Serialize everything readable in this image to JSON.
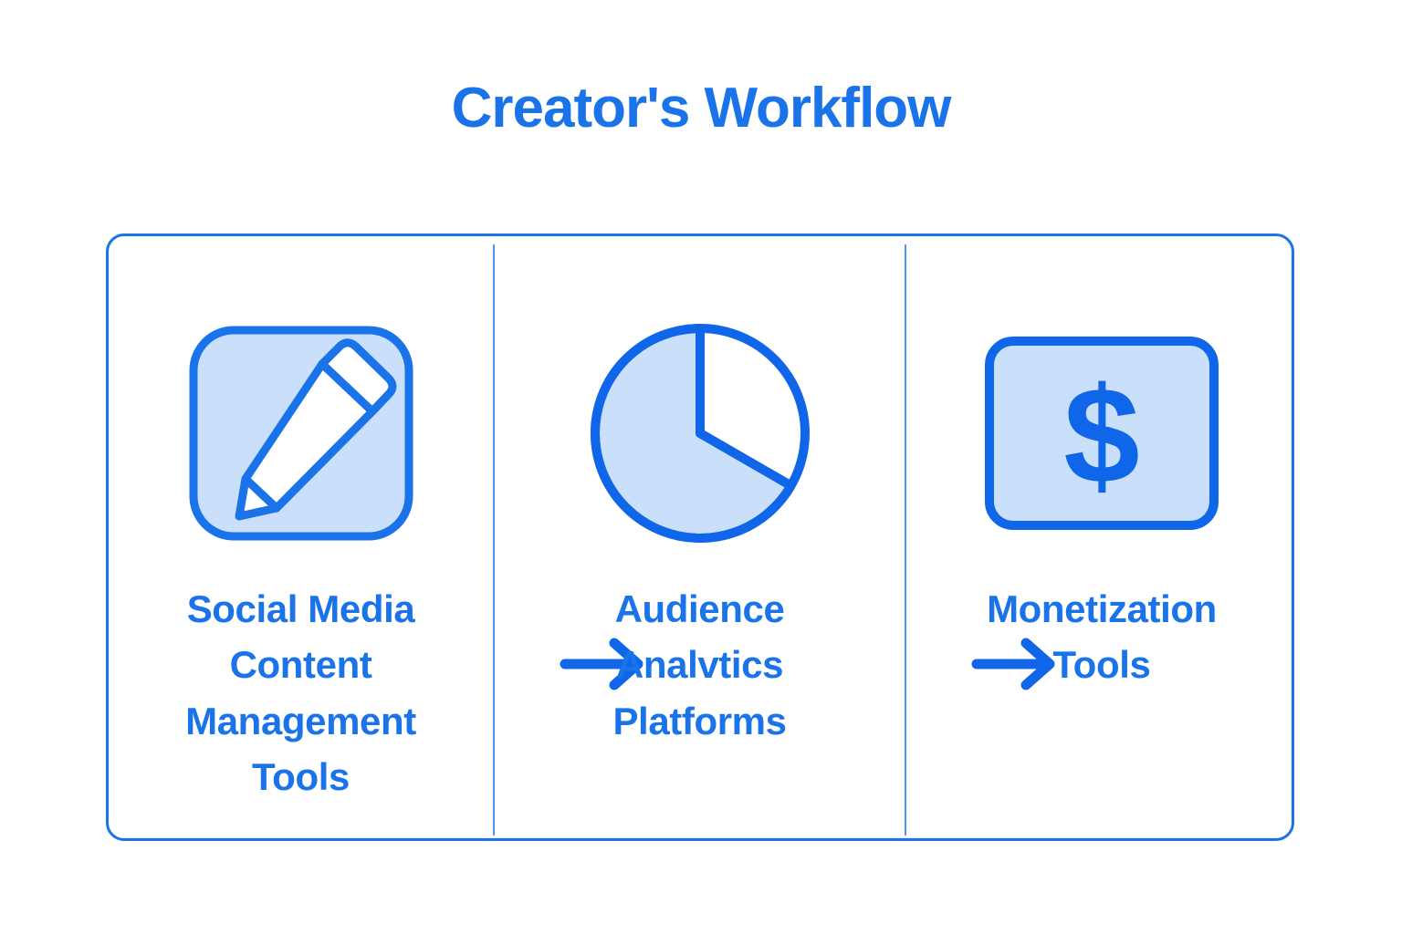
{
  "title": "Creator's Workflow",
  "theme": {
    "accent": "#1a73e8",
    "icon_fill": "#cadffa",
    "divider": "#4d95f5",
    "background": "#ffffff"
  },
  "panel": {
    "steps": [
      {
        "icon": "pencil-icon",
        "label": "Social Media\nContent\nManagement\nTools"
      },
      {
        "icon": "pie-chart-icon",
        "label": "Audience\nAnalvtics\nPlatforms"
      },
      {
        "icon": "dollar-sign-icon",
        "label": "Monetization\nTools"
      }
    ],
    "connectors": [
      {
        "icon": "arrow-right-icon"
      },
      {
        "icon": "arrow-right-icon"
      }
    ]
  }
}
